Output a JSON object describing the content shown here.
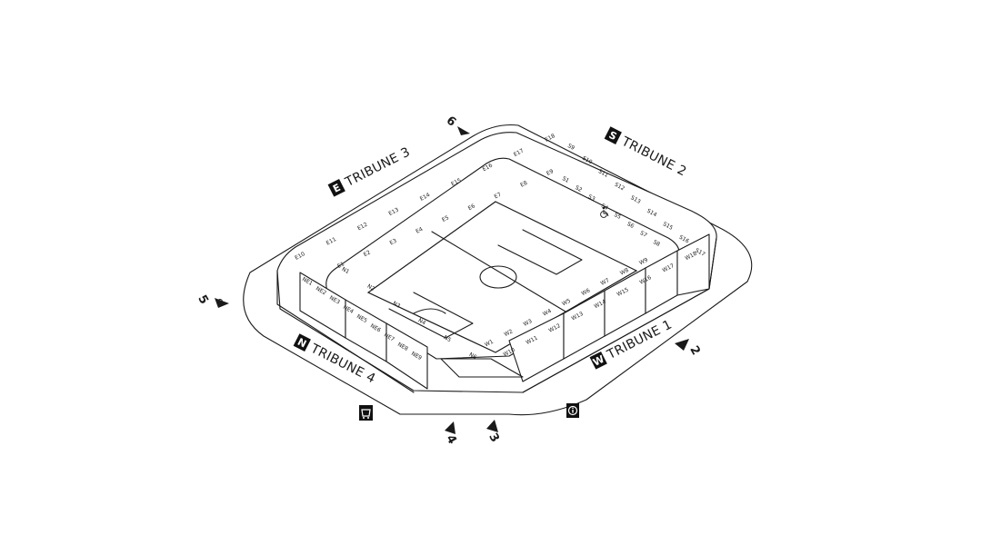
{
  "tribunes": {
    "north": {
      "letter": "N",
      "label": "TRIBUNE 4"
    },
    "east": {
      "letter": "E",
      "label": "TRIBUNE 3"
    },
    "south": {
      "letter": "S",
      "label": "TRIBUNE 2"
    },
    "west": {
      "letter": "W",
      "label": "TRIBUNE 1"
    }
  },
  "gates": [
    "2",
    "3",
    "4",
    "5",
    "6"
  ],
  "sections": {
    "north_lower": [
      "N1",
      "N2",
      "N3",
      "N4",
      "N5",
      "N6"
    ],
    "north_upper": [
      "NE1",
      "NE2",
      "NE3",
      "NE4",
      "NE5",
      "NE6",
      "NE7",
      "NE8",
      "NE9"
    ],
    "east_lower": [
      "E1",
      "E2",
      "E3",
      "E4",
      "E5",
      "E6",
      "E7",
      "E8",
      "E9"
    ],
    "east_upper": [
      "E10",
      "E11",
      "E12",
      "E13",
      "E14",
      "E15",
      "E16",
      "E17",
      "E18"
    ],
    "south_lower": [
      "S1",
      "S2",
      "S3",
      "S4",
      "S5",
      "S6",
      "S7",
      "S8"
    ],
    "south_upper": [
      "S9",
      "S10",
      "S11",
      "S12",
      "S13",
      "S14",
      "S15",
      "S16",
      "S17"
    ],
    "west_lower": [
      "W1",
      "W2",
      "W3",
      "W4",
      "W5",
      "W6",
      "W7",
      "W8",
      "W9"
    ],
    "west_upper": [
      "W10",
      "W11",
      "W12",
      "W13",
      "W14",
      "W15",
      "W16",
      "W17",
      "W18"
    ]
  },
  "icons": {
    "accessible": "wheelchair-icon",
    "shop": "shop-icon",
    "info": "info-icon"
  },
  "colors": {
    "line": "#1a1a1a",
    "badge": "#111111",
    "background": "#ffffff"
  }
}
